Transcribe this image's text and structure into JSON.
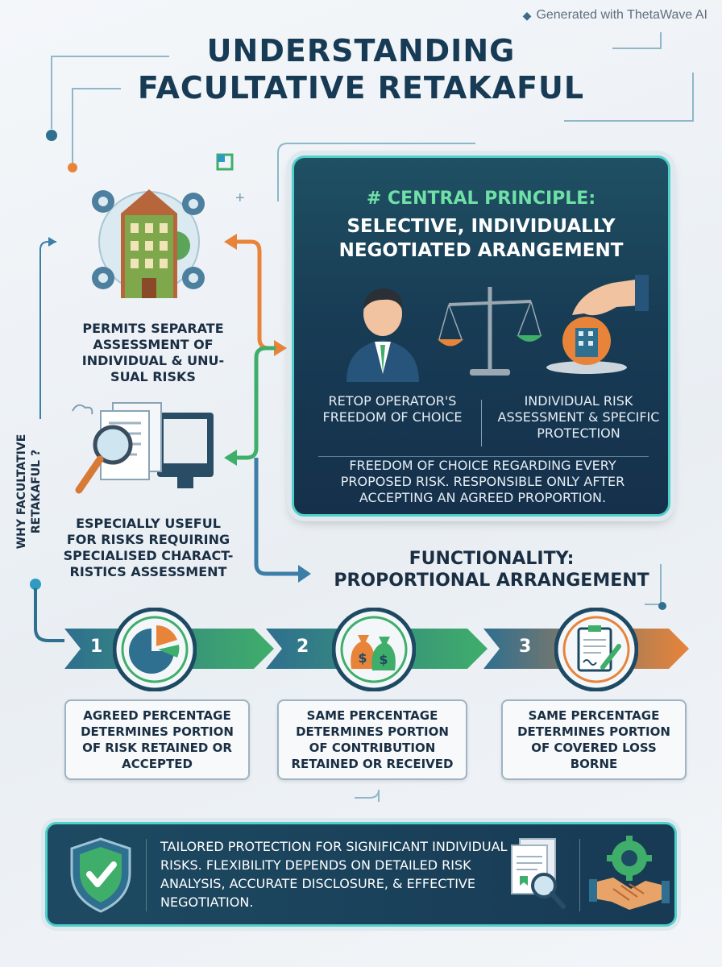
{
  "watermark": "Generated with ThetaWave AI",
  "title": {
    "line1": "UNDERSTANDING",
    "line2": "FACULTATIVE RETAKAFUL"
  },
  "left_column": {
    "item1": "PERMITS SEPARATE ASSESSMENT OF INDIVIDUAL & UNU- SUAL RISKS",
    "item2": "ESPECIALLY USEFUL FOR RISKS REQUIRING SPECIALISED CHARACT- RISTICS ASSESSMENT",
    "side_label": "WHY FACULTATIVE RETAKAFUL ?"
  },
  "principle": {
    "heading": "# CENTRAL PRINCIPLE:",
    "title_line1": "SELECTIVE, INDIVIDUALLY",
    "title_line2": "NEGOTIATED ARANGEMENT",
    "left_label": "RETOP OPERATOR'S FREEDOM OF CHOICE",
    "right_label": "INDIVIDUAL RISK ASSESSMENT & SPECIFIC PROTECTION",
    "description": "FREEDOM OF CHOICE REGARDING EVERY PROPOSED RISK. RESPONSIBLE ONLY AFTER ACCEPTING AN AGREED PROPORTION."
  },
  "functionality": {
    "line1": "FUNCTIONALITY:",
    "line2": "PROPORTIONAL ARRANGEMENT"
  },
  "steps": [
    {
      "number": "1",
      "text": "AGREED PERCENTAGE DETERMINES PORTION OF RISK RETAINED OR ACCEPTED",
      "icon": "pie-chart-icon"
    },
    {
      "number": "2",
      "text": "SAME PERCENTAGE DETERMINES PORTION OF CONTRIBUTION RETAINED OR RECEIVED",
      "icon": "money-bags-icon"
    },
    {
      "number": "3",
      "text": "SAME PERCENTAGE DETERMINES PORTION OF COVERED LOSS BORNE",
      "icon": "document-signing-icon"
    }
  ],
  "bottom": {
    "text": "TAILORED PROTECTION FOR SIGNIFICANT INDIVIDUAL RISKS. FLEXIBILITY DEPENDS ON DETAILED RISK ANALYSIS, ACCURATE DISCLOSURE, & EFFECTIVE NEGOTIATION."
  },
  "colors": {
    "navy": "#173a55",
    "teal": "#4fd0c8",
    "green": "#3fae6a",
    "orange": "#e8843a",
    "blue": "#3c7ea8"
  }
}
